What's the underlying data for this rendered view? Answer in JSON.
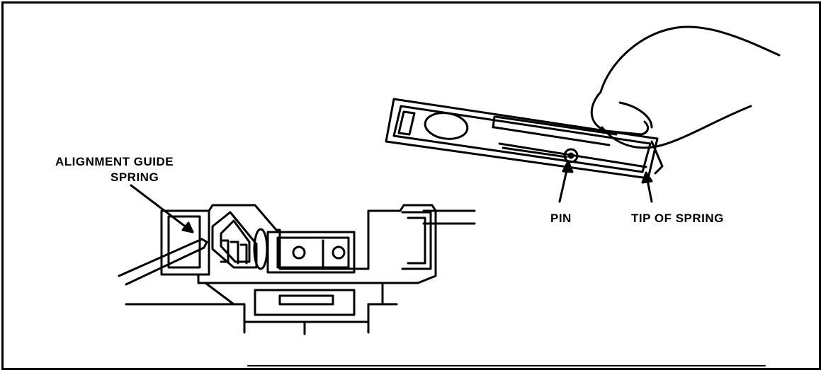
{
  "figure": {
    "labels": {
      "alignment_guide_line1": "ALIGNMENT GUIDE",
      "alignment_guide_line2": "SPRING",
      "pin": "PIN",
      "tip_of_spring": "TIP OF SPRING"
    },
    "colors": {
      "ink": "#000000",
      "paper": "#ffffff"
    }
  }
}
